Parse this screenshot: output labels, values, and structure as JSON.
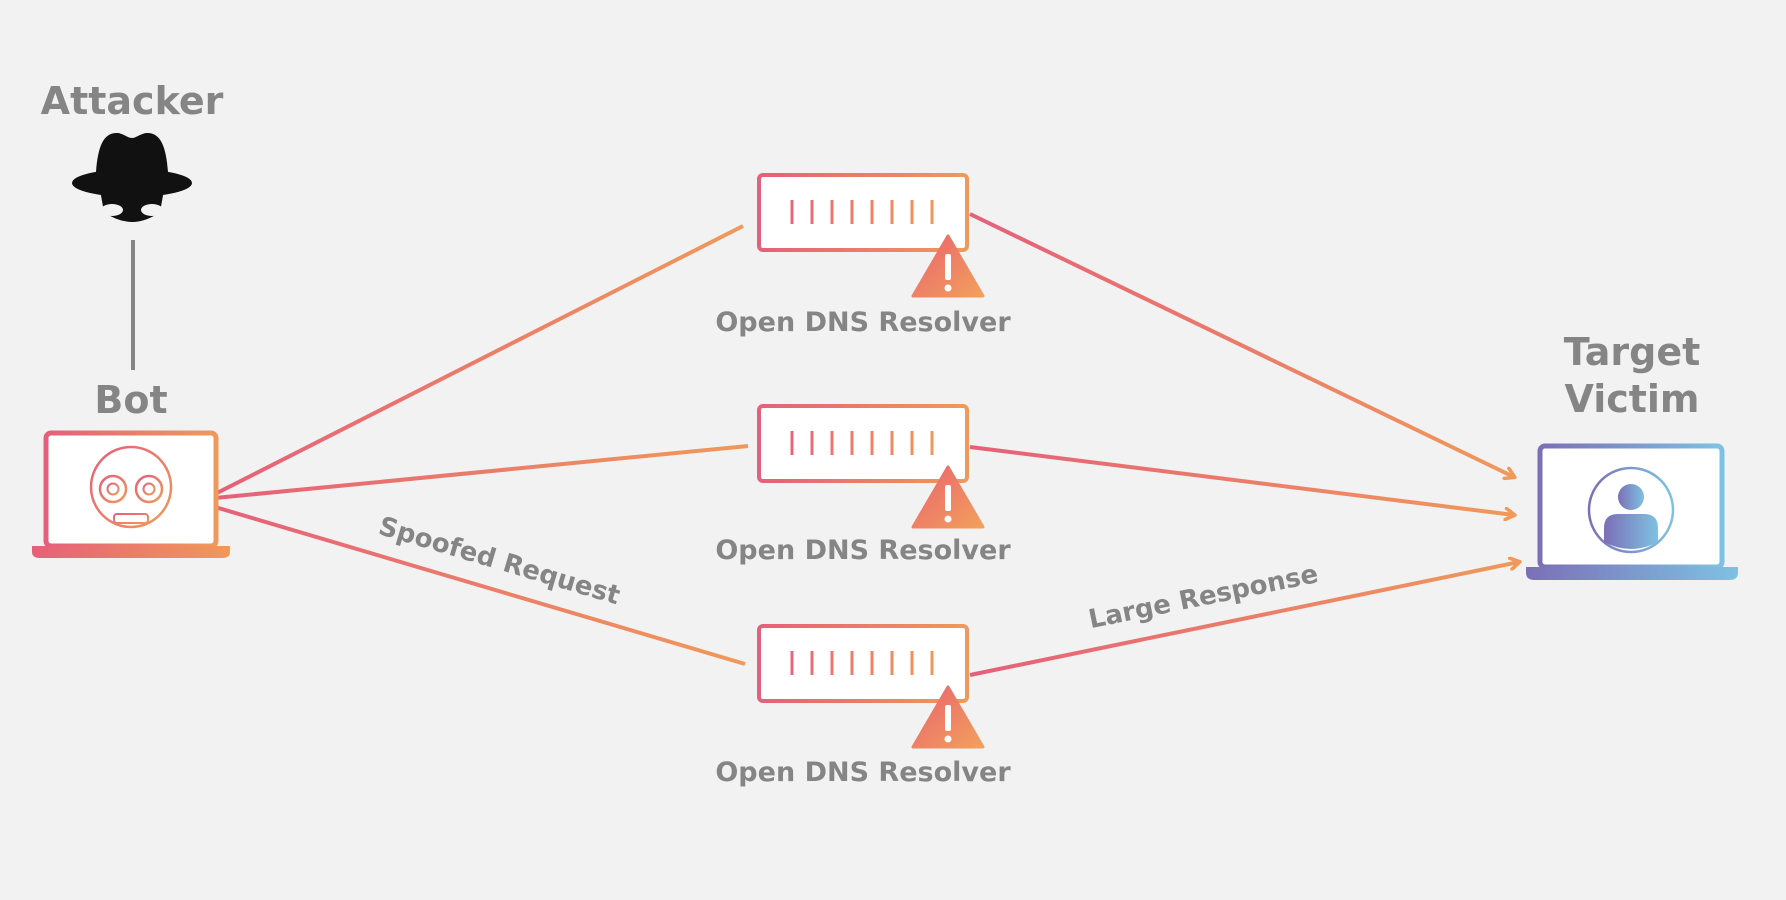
{
  "attacker": {
    "label": "Attacker",
    "icon": "spy-icon"
  },
  "bot": {
    "label": "Bot",
    "icon": "robot-face-icon"
  },
  "resolvers": [
    {
      "label": "Open DNS Resolver",
      "icon": "server-icon",
      "badge": "warning-icon"
    },
    {
      "label": "Open DNS Resolver",
      "icon": "server-icon",
      "badge": "warning-icon"
    },
    {
      "label": "Open DNS Resolver",
      "icon": "server-icon",
      "badge": "warning-icon"
    }
  ],
  "target": {
    "label_line1": "Target",
    "label_line2": "Victim",
    "icon": "user-avatar-icon"
  },
  "flows": {
    "request_label": "Spoofed Request",
    "response_label": "Large Response"
  },
  "colors": {
    "background": "#f2f2f2",
    "label_gray": "#858585",
    "gradient_pink": "#e5607a",
    "gradient_orange": "#f0995a",
    "victim_purple": "#7b6fb6",
    "victim_blue": "#7ec2e2"
  }
}
